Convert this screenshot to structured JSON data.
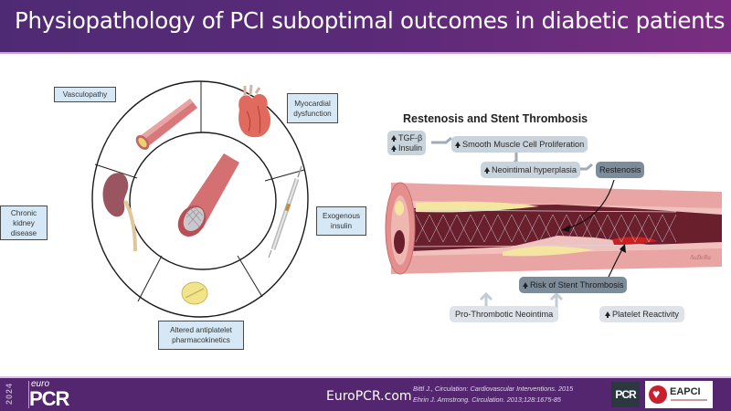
{
  "header": {
    "title": "Physiopathology of PCI suboptimal outcomes in diabetic patients"
  },
  "left_diagram": {
    "labels": {
      "vasculopathy": "Vasculopathy",
      "myocardial": [
        "Myocardial",
        "dysfunction"
      ],
      "ckd": [
        "Chronic",
        "kidney disease"
      ],
      "insulin": [
        "Exogenous",
        "insulin"
      ],
      "antiplatelet": [
        "Altered antiplatelet",
        "pharmacokinetics"
      ]
    },
    "illustrations": [
      "artery-icon",
      "heart-icon",
      "kidney-icon",
      "syringe-icon",
      "pill-icon",
      "stent-icon"
    ]
  },
  "right_diagram": {
    "title": "Restenosis and Stent Thrombosis",
    "triggers": [
      "TGF-β",
      "Insulin"
    ],
    "smc": "Smooth Muscle Cell Proliferation",
    "neointimal": "Neointimal hyperplasia",
    "restenosis": "Restenosis",
    "risk": "Risk of Stent Thrombosis",
    "prothrombotic": "Pro-Thrombotic Neointima",
    "platelet": "Platelet Reactivity",
    "signature": "AuBeRa"
  },
  "footer": {
    "year": "2024",
    "logo_top": "euro",
    "logo_main": "PCR",
    "site": "EuroPCR.com",
    "refs": [
      "Bittl J., Circulation: Cardiovascular Interventions. 2015",
      "Ehrin J. Armstrong. Circulation. 2013;128:1675-85"
    ],
    "badge_pcr": "PCR",
    "badge_eapci": "EAPCI"
  },
  "colors": {
    "header": "#5a2a78",
    "footer": "#53266f",
    "label_bg": "#d6e8f5",
    "pill": "#c9d3dc",
    "pill_dark": "#7d8c9b",
    "artery": "#e4898c"
  }
}
